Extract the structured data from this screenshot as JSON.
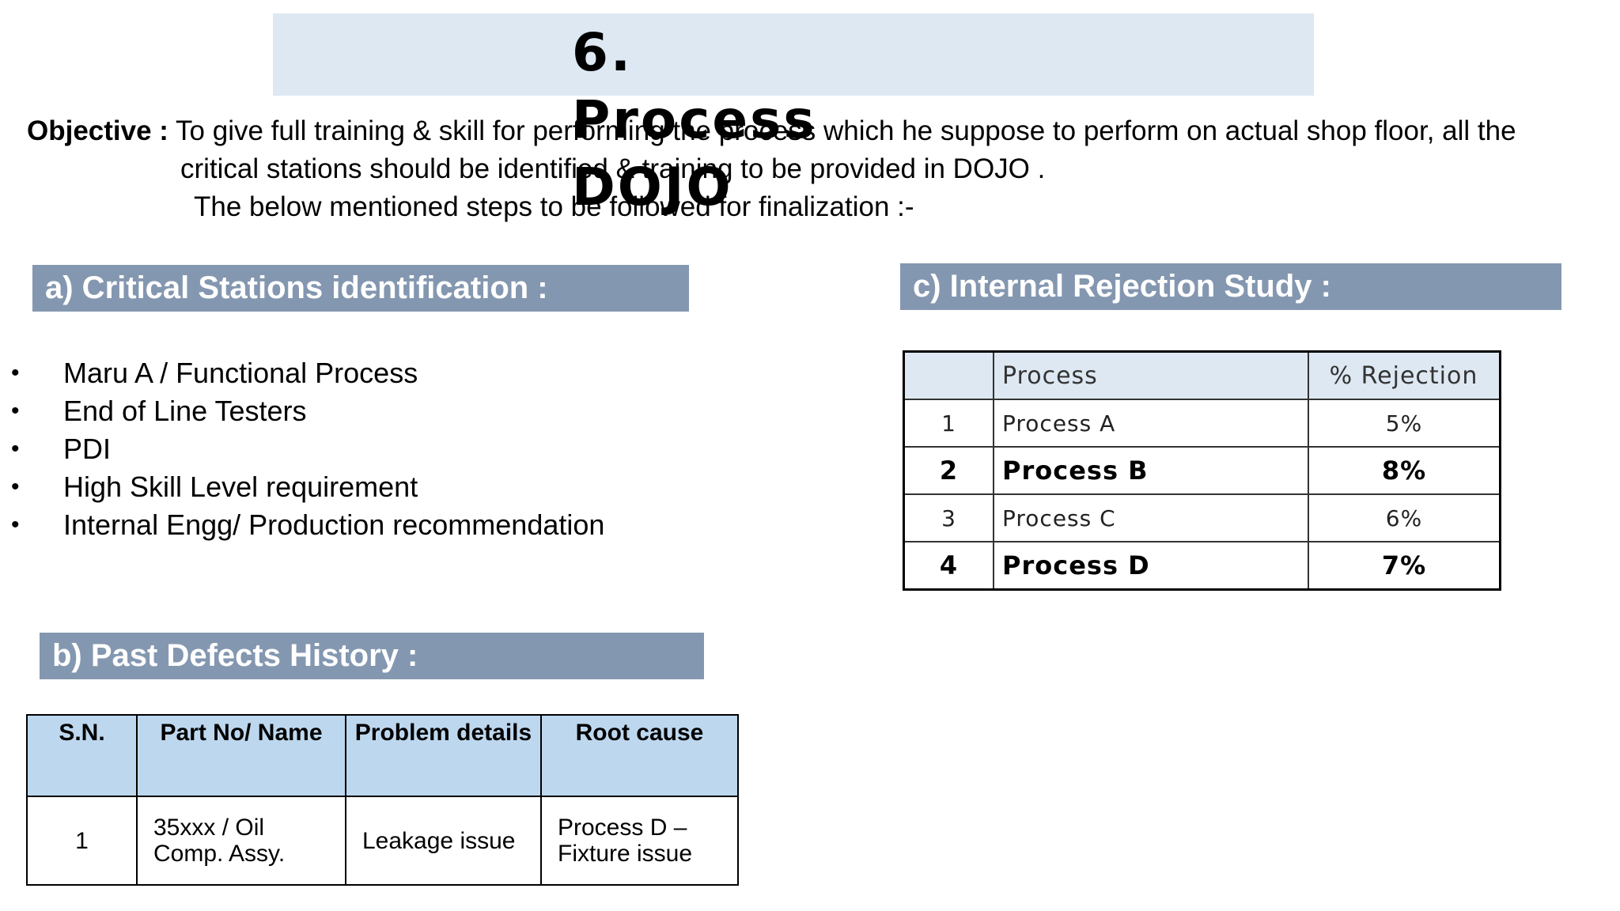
{
  "title": {
    "line1": "6. Process",
    "line2": "DOJO"
  },
  "objective": {
    "label": "Objective :",
    "line1": " To give full training & skill for performing the process which he suppose to perform on actual shop floor, all the",
    "line2": "critical stations should be identified & training to be provided in DOJO .",
    "line3": "The below mentioned steps to be followed for finalization :-"
  },
  "critical_stations": {
    "header": "a) Critical Stations identification  :",
    "bullet": "•",
    "items": [
      "Maru A / Functional Process",
      "End of Line Testers",
      "PDI",
      "High Skill Level requirement",
      "Internal Engg/ Production recommendation"
    ]
  },
  "past_defects": {
    "header": "b) Past Defects History :",
    "columns": [
      "S.N.",
      "Part No/ Name",
      "Problem details",
      "Root cause"
    ],
    "rows": [
      {
        "sn": "1",
        "part": "35xxx / Oil Comp. Assy.",
        "problem": "Leakage issue",
        "cause": "Process D – Fixture issue"
      }
    ]
  },
  "rejection_study": {
    "header": "c) Internal Rejection Study :",
    "columns": [
      "",
      "Process",
      "% Rejection"
    ],
    "rows": [
      {
        "num": "1",
        "process": "Process A",
        "value": "5%",
        "bold": false
      },
      {
        "num": "2",
        "process": "Process B",
        "value": "8%",
        "bold": true
      },
      {
        "num": "3",
        "process": "Process C",
        "value": "6%",
        "bold": false
      },
      {
        "num": "4",
        "process": "Process D",
        "value": "7%",
        "bold": true
      }
    ]
  },
  "colors": {
    "title_band": "#dde8f3",
    "section_header": "#8497b0",
    "table_header": "#bdd7ee"
  }
}
